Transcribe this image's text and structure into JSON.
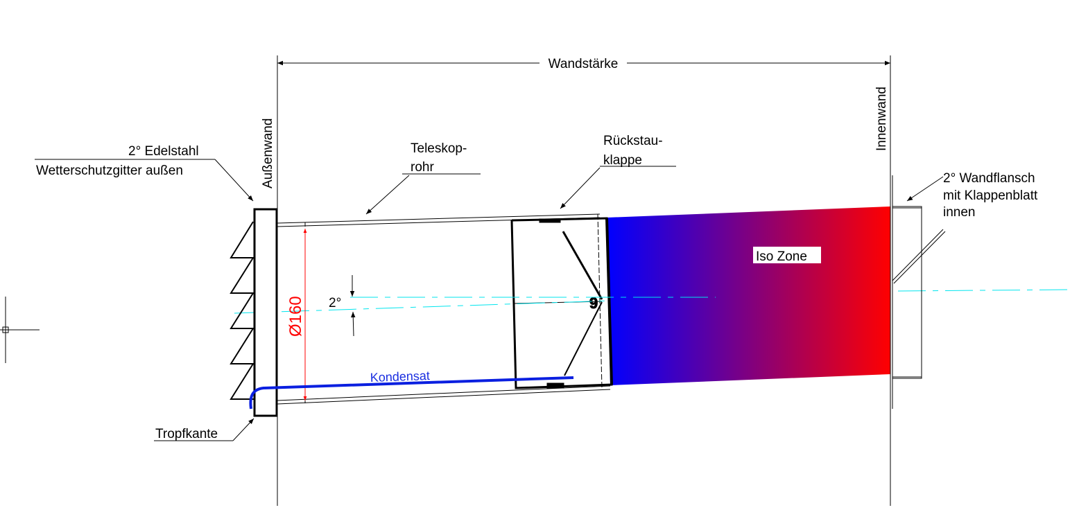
{
  "labels": {
    "wall_thickness": "Wandstärke",
    "outer_wall": "Außenwand",
    "inner_wall": "Innenwand",
    "grille_line1": "2° Edelstahl",
    "grille_line2": "Wetterschutzgitter außen",
    "tube_line1": "Teleskop-",
    "tube_line2": "rohr",
    "damper_line1": "Rückstau-",
    "damper_line2": "klappe",
    "flange_line1": "2° Wandflansch",
    "flange_line2": "mit Klappenblatt",
    "flange_line3": "innen",
    "iso_zone": "Iso Zone",
    "diameter": "Ø160",
    "angle": "2°",
    "condensate": "Kondensat",
    "drip_edge": "Tropfkante"
  },
  "colors": {
    "iso_cold": "#0000ff",
    "iso_warm": "#ff0000",
    "dimension": "#ff0000",
    "condensate": "#0a1fe0",
    "centerline": "#00e5ee"
  }
}
